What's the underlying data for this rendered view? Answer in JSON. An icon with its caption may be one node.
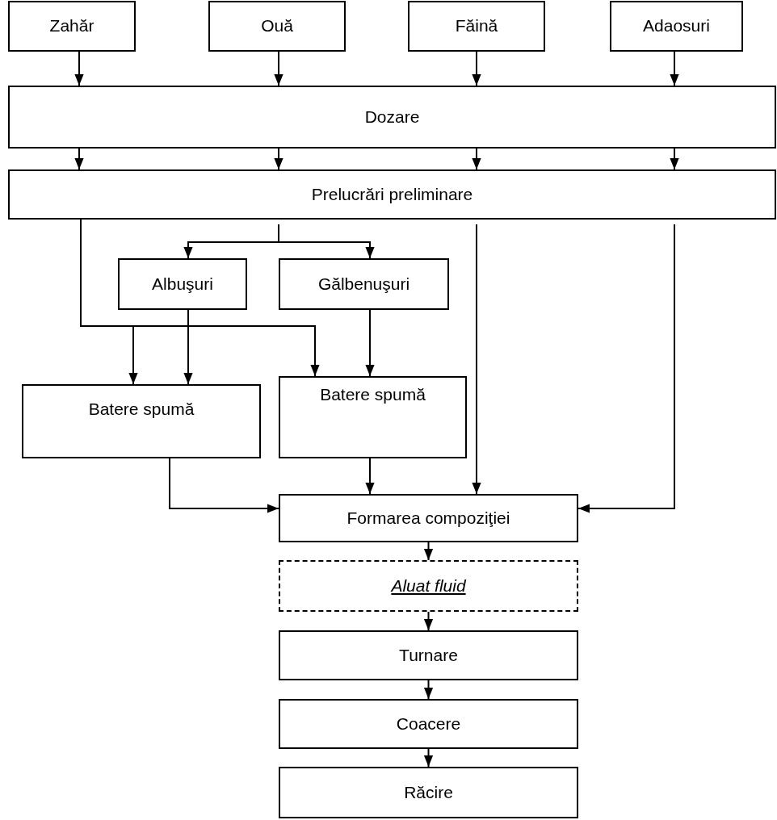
{
  "diagram": {
    "nodes": [
      {
        "text": [
          "Zahăr"
        ]
      },
      {
        "text": [
          "Ouă"
        ]
      },
      {
        "text": [
          "Făină"
        ]
      },
      {
        "text": [
          "Adaosuri"
        ]
      },
      {
        "text": [
          "Dozare"
        ]
      },
      {
        "text": [
          "Prelucrări preliminare"
        ]
      },
      {
        "text": [
          "Albuşuri"
        ]
      },
      {
        "text": [
          "Gălbenuşuri"
        ]
      },
      {
        "text": [
          "Batere spumă"
        ]
      },
      {
        "text": [
          "Batere spumă"
        ]
      },
      {
        "text": [
          "Formarea compoziţiei"
        ]
      },
      {
        "text": [
          "Aluat fluid"
        ]
      },
      {
        "text": [
          "Turnare"
        ]
      },
      {
        "text": [
          "Coacere"
        ]
      },
      {
        "text": [
          "Răcire"
        ]
      }
    ],
    "edges": [
      {
        "from": 0,
        "to": 4,
        "arrow": "to"
      },
      {
        "from": 1,
        "to": 4,
        "arrow": "to"
      },
      {
        "from": 2,
        "to": 4,
        "arrow": "to"
      },
      {
        "from": 3,
        "to": 4,
        "arrow": "to"
      },
      {
        "from": 4,
        "to": 5,
        "arrow": "to"
      },
      {
        "from": 4,
        "to": 5,
        "arrow": "to"
      },
      {
        "from": 4,
        "to": 5,
        "arrow": "to"
      },
      {
        "from": 4,
        "to": 5,
        "arrow": "to"
      },
      {
        "from": 5,
        "to": 6,
        "arrow": "to"
      },
      {
        "from": 5,
        "to": 7,
        "arrow": "to"
      },
      {
        "from": 5,
        "to": 8,
        "arrow": "to"
      },
      {
        "from": 5,
        "to": 9,
        "arrow": "to"
      },
      {
        "from": 6,
        "to": 8,
        "arrow": "to"
      },
      {
        "from": 7,
        "to": 9,
        "arrow": "to"
      },
      {
        "from": 5,
        "to": 10,
        "arrow": "to"
      },
      {
        "from": 5,
        "to": 10,
        "arrow": "to"
      },
      {
        "from": 8,
        "to": 10,
        "arrow": "to"
      },
      {
        "from": 9,
        "to": 10,
        "arrow": "to"
      },
      {
        "from": 10,
        "to": 11,
        "arrow": "to"
      },
      {
        "from": 11,
        "to": 12,
        "arrow": "to"
      },
      {
        "from": 12,
        "to": 13,
        "arrow": "to"
      },
      {
        "from": 13,
        "to": 14,
        "arrow": "to"
      }
    ]
  }
}
